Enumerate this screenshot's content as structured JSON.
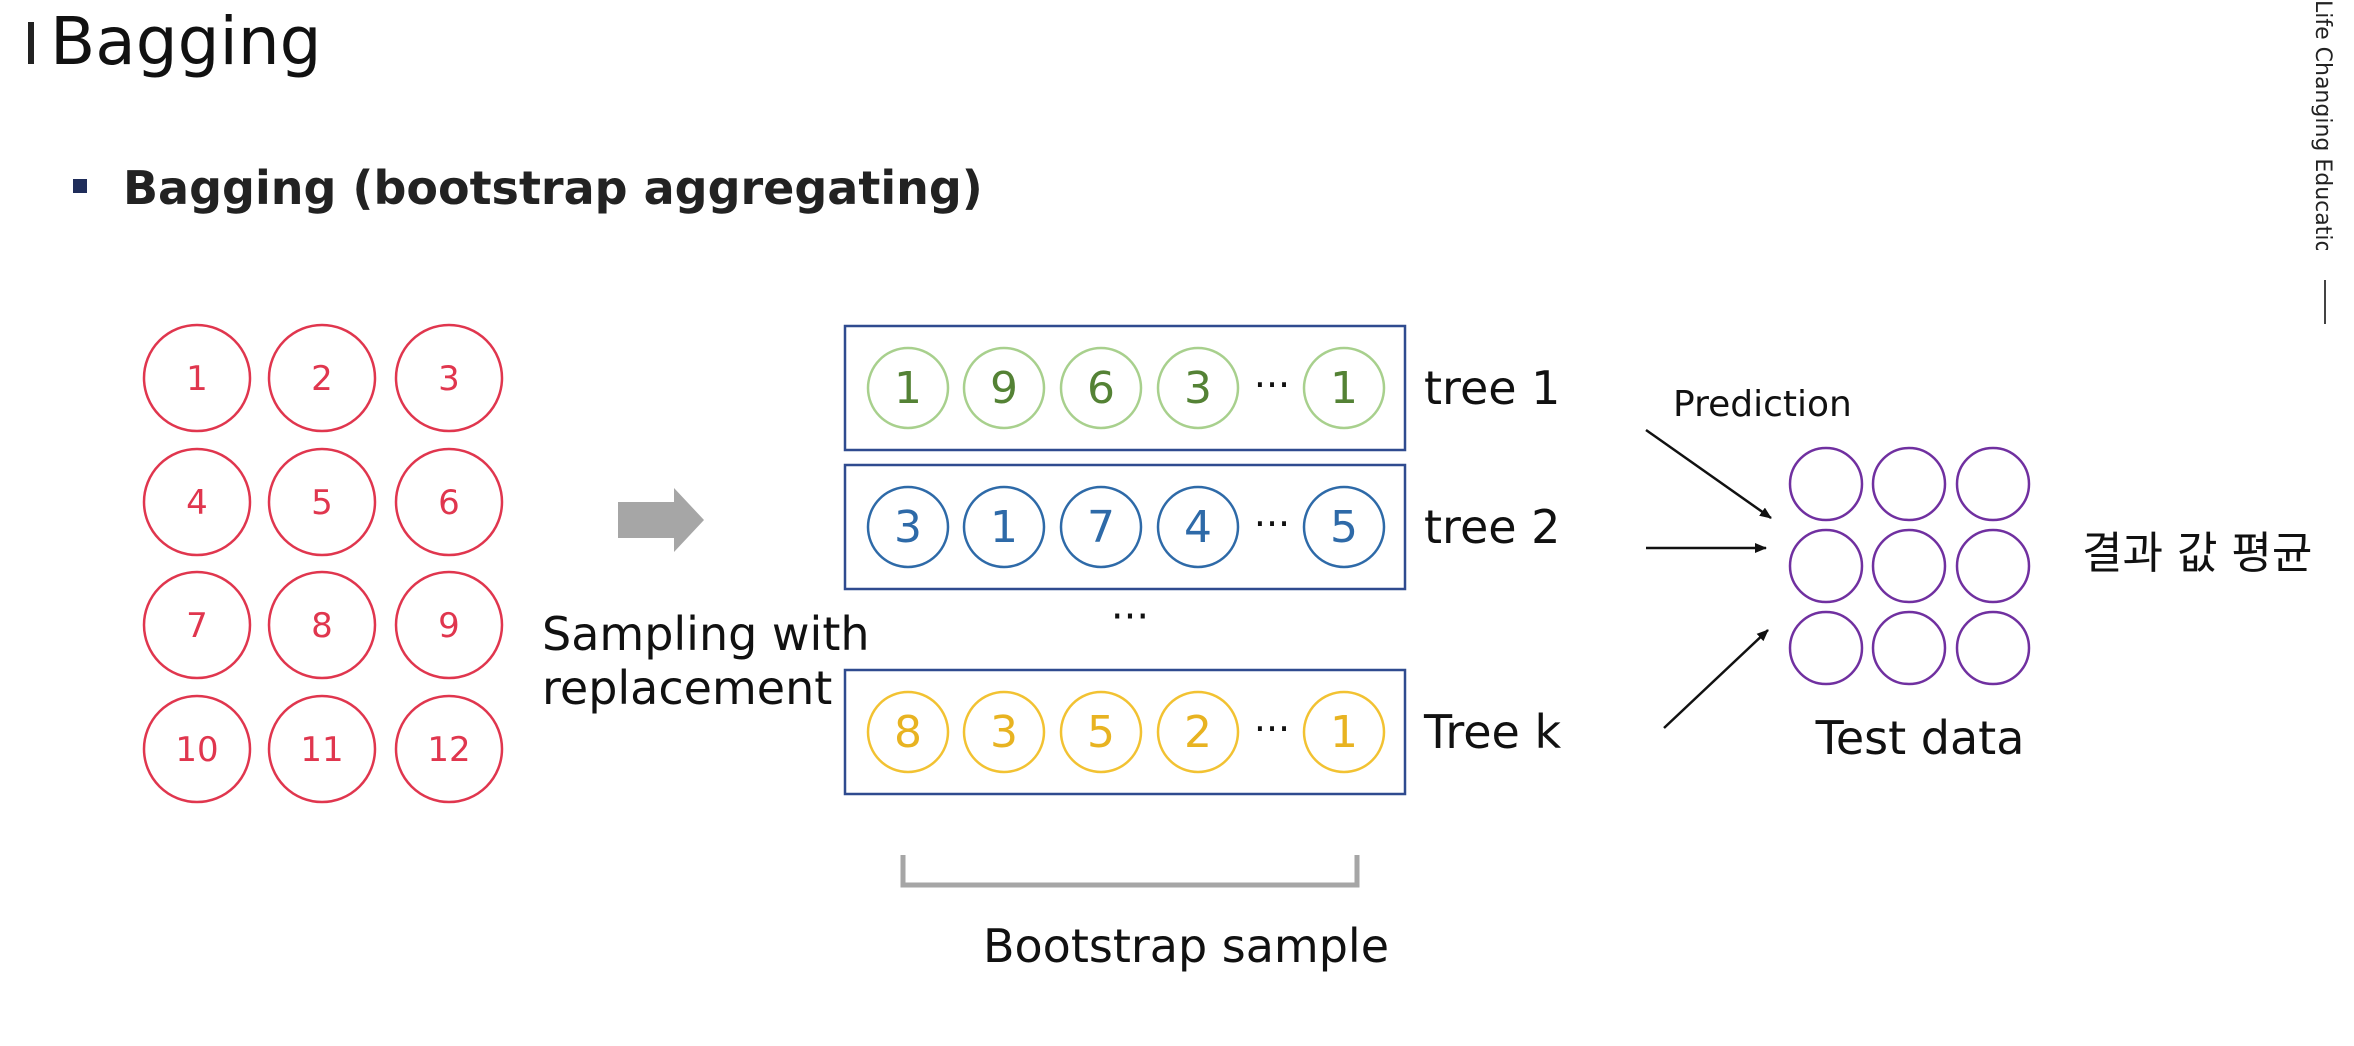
{
  "slide": {
    "title": "Bagging",
    "bullet": "Bagging (bootstrap aggregating)",
    "side_label": "Life Changing Education"
  },
  "colors": {
    "original": "#e0364e",
    "tree1_stroke": "#a8d08d",
    "tree1_text": "#548235",
    "tree2_stroke": "#2e6aa8",
    "tree2_text": "#2e6aa8",
    "treek_stroke": "#f2c232",
    "treek_text": "#e8b321",
    "box_border": "#2f4b8f",
    "test": "#7030a0",
    "arrow_fill": "#a6a6a6",
    "bracket": "#a6a6a6"
  },
  "original_data": {
    "values": [
      "1",
      "2",
      "3",
      "4",
      "5",
      "6",
      "7",
      "8",
      "9",
      "10",
      "11",
      "12"
    ]
  },
  "sampling_label": [
    "Sampling with",
    "replacement"
  ],
  "bootstrap_trees": [
    {
      "name": "tree 1",
      "values": [
        "1",
        "9",
        "6",
        "3",
        "1"
      ],
      "style": "tree1"
    },
    {
      "name": "tree 2",
      "values": [
        "3",
        "1",
        "7",
        "4",
        "5"
      ],
      "style": "tree2"
    },
    {
      "name": "Tree k",
      "values": [
        "8",
        "3",
        "5",
        "2",
        "1"
      ],
      "style": "treek"
    }
  ],
  "ellipsis": "···",
  "bootstrap_label": "Bootstrap sample",
  "prediction_label": "Prediction",
  "test_data_label": "Test data",
  "result_label": "결과 값 평균",
  "test_grid": {
    "rows": 3,
    "cols": 3
  }
}
